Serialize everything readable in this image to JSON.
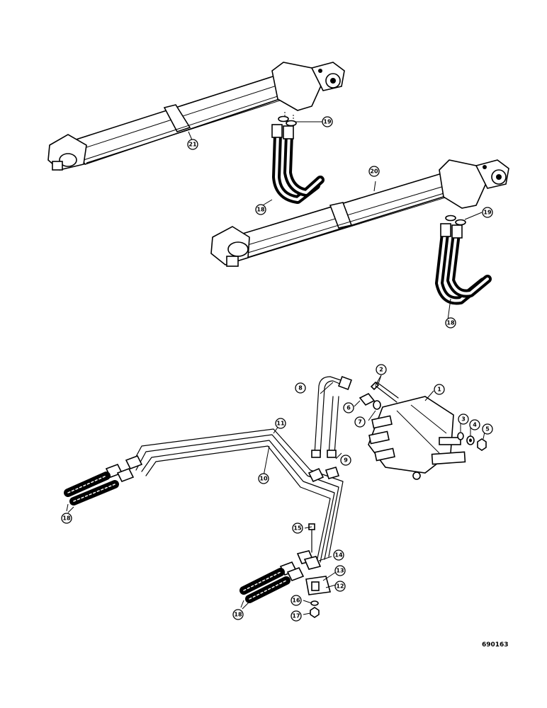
{
  "callouts": {
    "c1": "1",
    "c2": "2",
    "c3": "3",
    "c4": "4",
    "c5": "5",
    "c6": "6",
    "c7": "7",
    "c8": "8",
    "c9": "9",
    "c10": "10",
    "c11": "11",
    "c12": "12",
    "c13": "13",
    "c14": "14",
    "c15": "15",
    "c16": "16",
    "c17": "17",
    "c18a": "18",
    "c18b": "18",
    "c18c": "18",
    "c18d": "18",
    "c19a": "19",
    "c19b": "19",
    "c20": "20",
    "c21": "21"
  },
  "figure_number": "690163"
}
